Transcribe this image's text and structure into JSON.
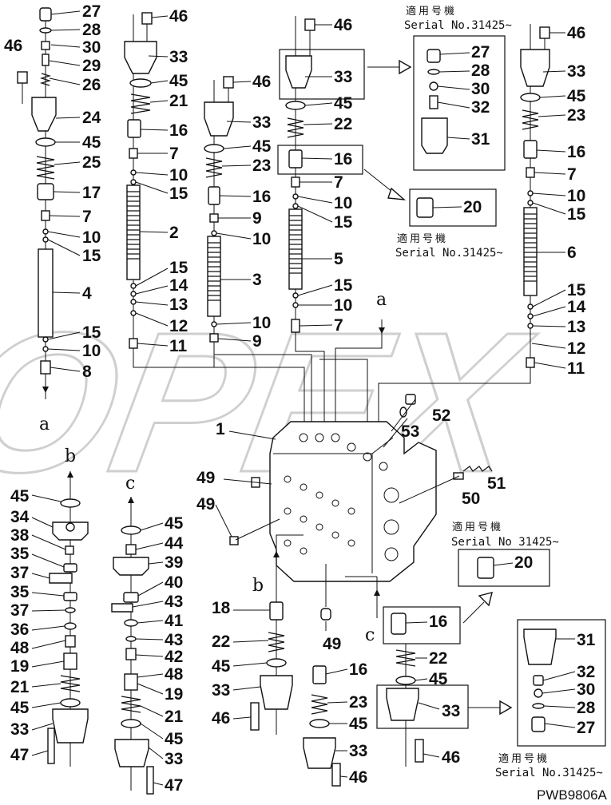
{
  "watermark": "OPEX",
  "drawing_number": "PWB9806A",
  "serial_notes": [
    {
      "heading": "適用号機",
      "serial": "Serial No.31425~"
    },
    {
      "heading": "適用号機",
      "serial": "Serial No.31425~"
    },
    {
      "heading": "適用号機",
      "serial": "Serial No 31425~"
    },
    {
      "heading": "適用号機",
      "serial": "Serial No.31425~"
    }
  ],
  "connection_letters": [
    "a",
    "a",
    "b",
    "b",
    "c",
    "c"
  ],
  "parts": {
    "col1": [
      "27",
      "28",
      "30",
      "29",
      "26",
      "46",
      "24",
      "45",
      "25",
      "17",
      "7",
      "10",
      "15",
      "4",
      "15",
      "10",
      "8"
    ],
    "col2": [
      "46",
      "33",
      "45",
      "21",
      "16",
      "7",
      "10",
      "15",
      "2",
      "15",
      "14",
      "13",
      "12",
      "11"
    ],
    "col3": [
      "46",
      "33",
      "45",
      "23",
      "16",
      "9",
      "10",
      "3",
      "10",
      "9"
    ],
    "col4": [
      "46",
      "33",
      "45",
      "22",
      "16",
      "7",
      "10",
      "15",
      "5",
      "15",
      "10",
      "7"
    ],
    "kit1": [
      "27",
      "28",
      "30",
      "32",
      "31"
    ],
    "kit2": [
      "20"
    ],
    "col5": [
      "46",
      "33",
      "45",
      "23",
      "16",
      "7",
      "10",
      "15",
      "6",
      "15",
      "14",
      "13",
      "12",
      "11"
    ],
    "body": [
      "1",
      "52",
      "53",
      "49",
      "49",
      "50",
      "51"
    ],
    "bottom_left": [
      "45",
      "34",
      "38",
      "35",
      "37",
      "35",
      "37",
      "36",
      "48",
      "19",
      "21",
      "45",
      "33",
      "47"
    ],
    "bottom_c": [
      "45",
      "44",
      "39",
      "40",
      "43",
      "41",
      "43",
      "42",
      "48",
      "19",
      "21",
      "45",
      "33",
      "47"
    ],
    "bottom_mid": [
      "18",
      "22",
      "45",
      "33",
      "46",
      "49",
      "16",
      "23",
      "45",
      "33",
      "46"
    ],
    "bottom_right": [
      "20",
      "16",
      "22",
      "45",
      "33",
      "46"
    ],
    "kit3": [
      "31",
      "32",
      "30",
      "28",
      "27"
    ]
  }
}
